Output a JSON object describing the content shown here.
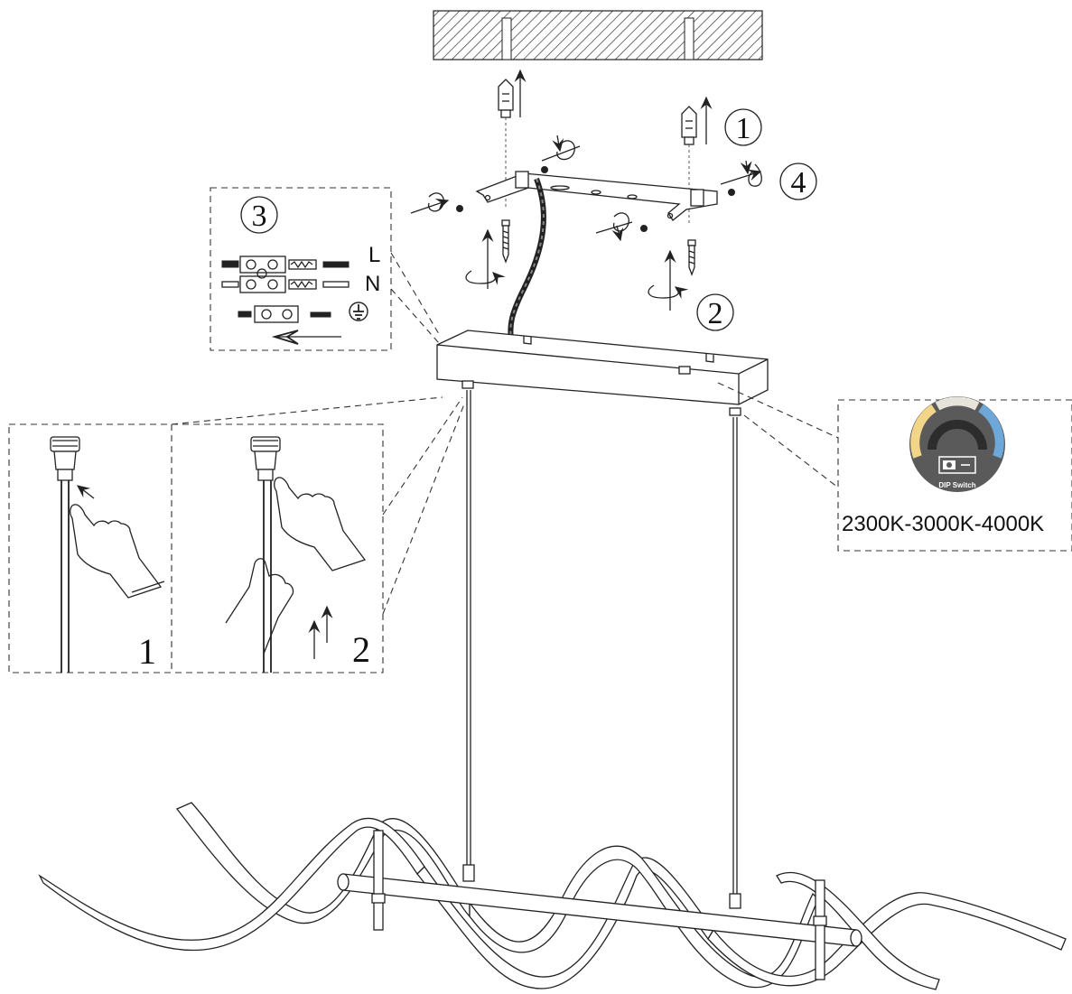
{
  "steps": {
    "ceiling_anchor": "1",
    "screw_bracket": "2",
    "wiring": "3",
    "fasten_screws": "4"
  },
  "wiring": {
    "live": "L",
    "neutral": "N"
  },
  "height_adjust": {
    "step_1": "1",
    "step_2": "2"
  },
  "dip_switch": {
    "label": "DIP Switch",
    "cct_range": "2300K-3000K-4000K",
    "colors": {
      "warm": "#F3D58A",
      "neutral": "#E6E3DA",
      "cool": "#6EA8D8",
      "badge": "#5A5A5A"
    }
  }
}
